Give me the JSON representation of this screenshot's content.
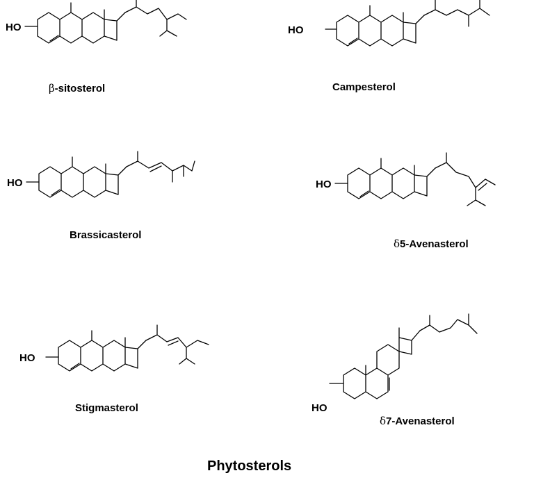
{
  "title": "Phytosterols",
  "hydroxyl_label": "HO",
  "molecules": [
    {
      "id": "beta-sitosterol",
      "prefix": "β",
      "name": "-sitosterol"
    },
    {
      "id": "campesterol",
      "prefix": "",
      "name": "Campesterol"
    },
    {
      "id": "brassicasterol",
      "prefix": "",
      "name": "Brassicasterol"
    },
    {
      "id": "delta5-avenasterol",
      "prefix": "δ",
      "name": "5-Avenasterol"
    },
    {
      "id": "stigmasterol",
      "prefix": "",
      "name": "Stigmasterol"
    },
    {
      "id": "delta7-avenasterol",
      "prefix": "δ",
      "name": "7-Avenasterol"
    }
  ]
}
